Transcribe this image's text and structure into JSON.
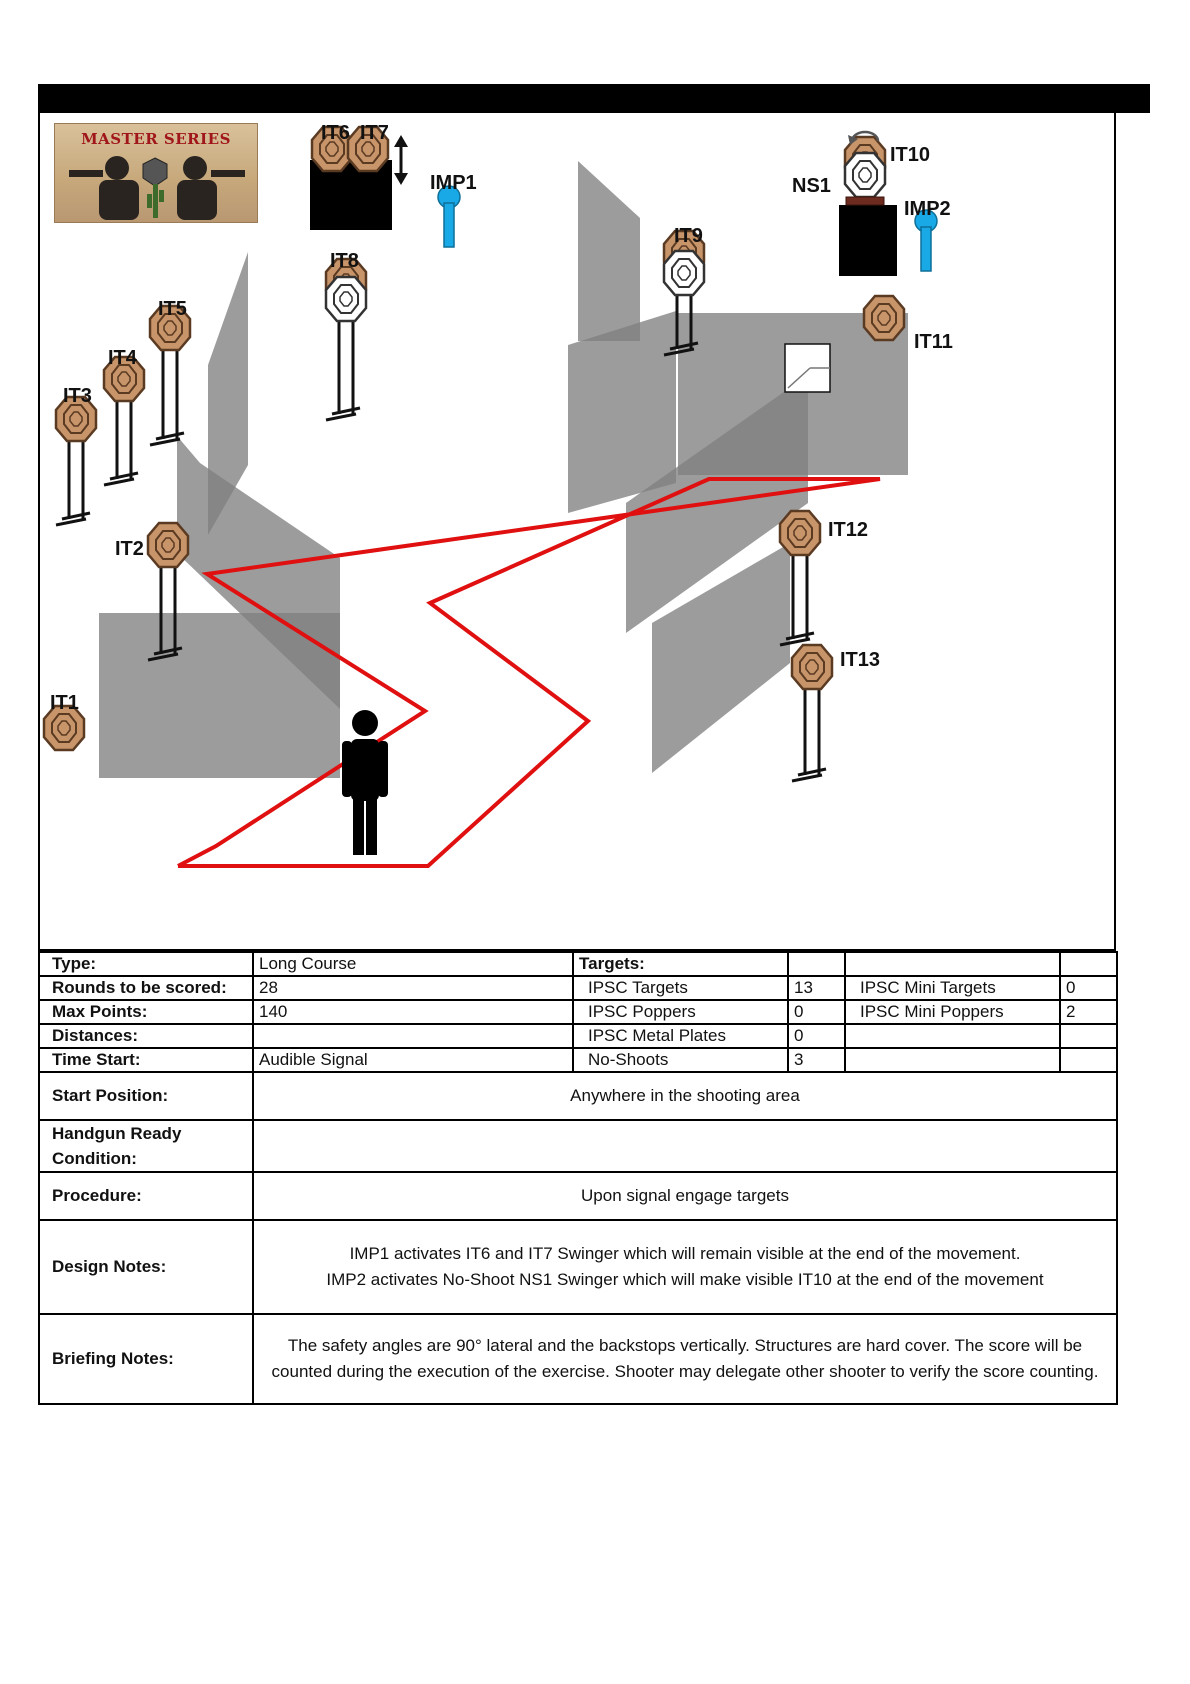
{
  "diagram": {
    "logo_text": "MASTER SERIES",
    "labels": {
      "IT1": "IT1",
      "IT2": "IT2",
      "IT3": "IT3",
      "IT4": "IT4",
      "IT5": "IT5",
      "IT6": "IT6",
      "IT7": "IT7",
      "IT8": "IT8",
      "IT9": "IT9",
      "IT10": "IT10",
      "IT11": "IT11",
      "IT12": "IT12",
      "IT13": "IT13",
      "NS1": "NS1",
      "IMP1": "IMP1",
      "IMP2": "IMP2"
    },
    "colors": {
      "target_fill": "#c8956a",
      "target_stroke": "#5b3a22",
      "wall": "#808080",
      "fault_line": "#e01010",
      "activator": "#19a9e6"
    }
  },
  "info": {
    "type": {
      "label": "Type:",
      "value": "Long Course"
    },
    "targets_header": "Targets:",
    "rounds": {
      "label": "Rounds to be scored:",
      "value": "28"
    },
    "max_points": {
      "label": "Max Points:",
      "value": "140"
    },
    "distances": {
      "label": "Distances:",
      "value": ""
    },
    "time_start": {
      "label": "Time Start:",
      "value": "Audible Signal"
    },
    "ipsc_targets": {
      "label": "IPSC Targets",
      "value": "13"
    },
    "ipsc_poppers": {
      "label": "IPSC Poppers",
      "value": "0"
    },
    "ipsc_metal_plates": {
      "label": "IPSC Metal Plates",
      "value": "0"
    },
    "no_shoots": {
      "label": "No-Shoots",
      "value": "3"
    },
    "ipsc_mini_targets": {
      "label": "IPSC Mini Targets",
      "value": "0"
    },
    "ipsc_mini_poppers": {
      "label": "IPSC Mini Poppers",
      "value": "2"
    },
    "start_position": {
      "label": "Start Position:",
      "value": "Anywhere in the shooting area"
    },
    "handgun_ready": {
      "label": "Handgun Ready Condition:",
      "value": ""
    },
    "procedure": {
      "label": "Procedure:",
      "value": "Upon signal engage targets"
    },
    "design_notes": {
      "label": "Design Notes:",
      "line1": "IMP1 activates IT6 and IT7 Swinger which will remain visible at the end of the movement.",
      "line2": "IMP2 activates No-Shoot NS1 Swinger which will make visible IT10 at the end of the movement"
    },
    "briefing_notes": {
      "label": "Briefing Notes:",
      "value": "The safety angles are 90° lateral and the backstops vertically. Structures are hard cover.  The score will be counted during the execution of the exercise.  Shooter may delegate other shooter to verify the score counting."
    }
  }
}
